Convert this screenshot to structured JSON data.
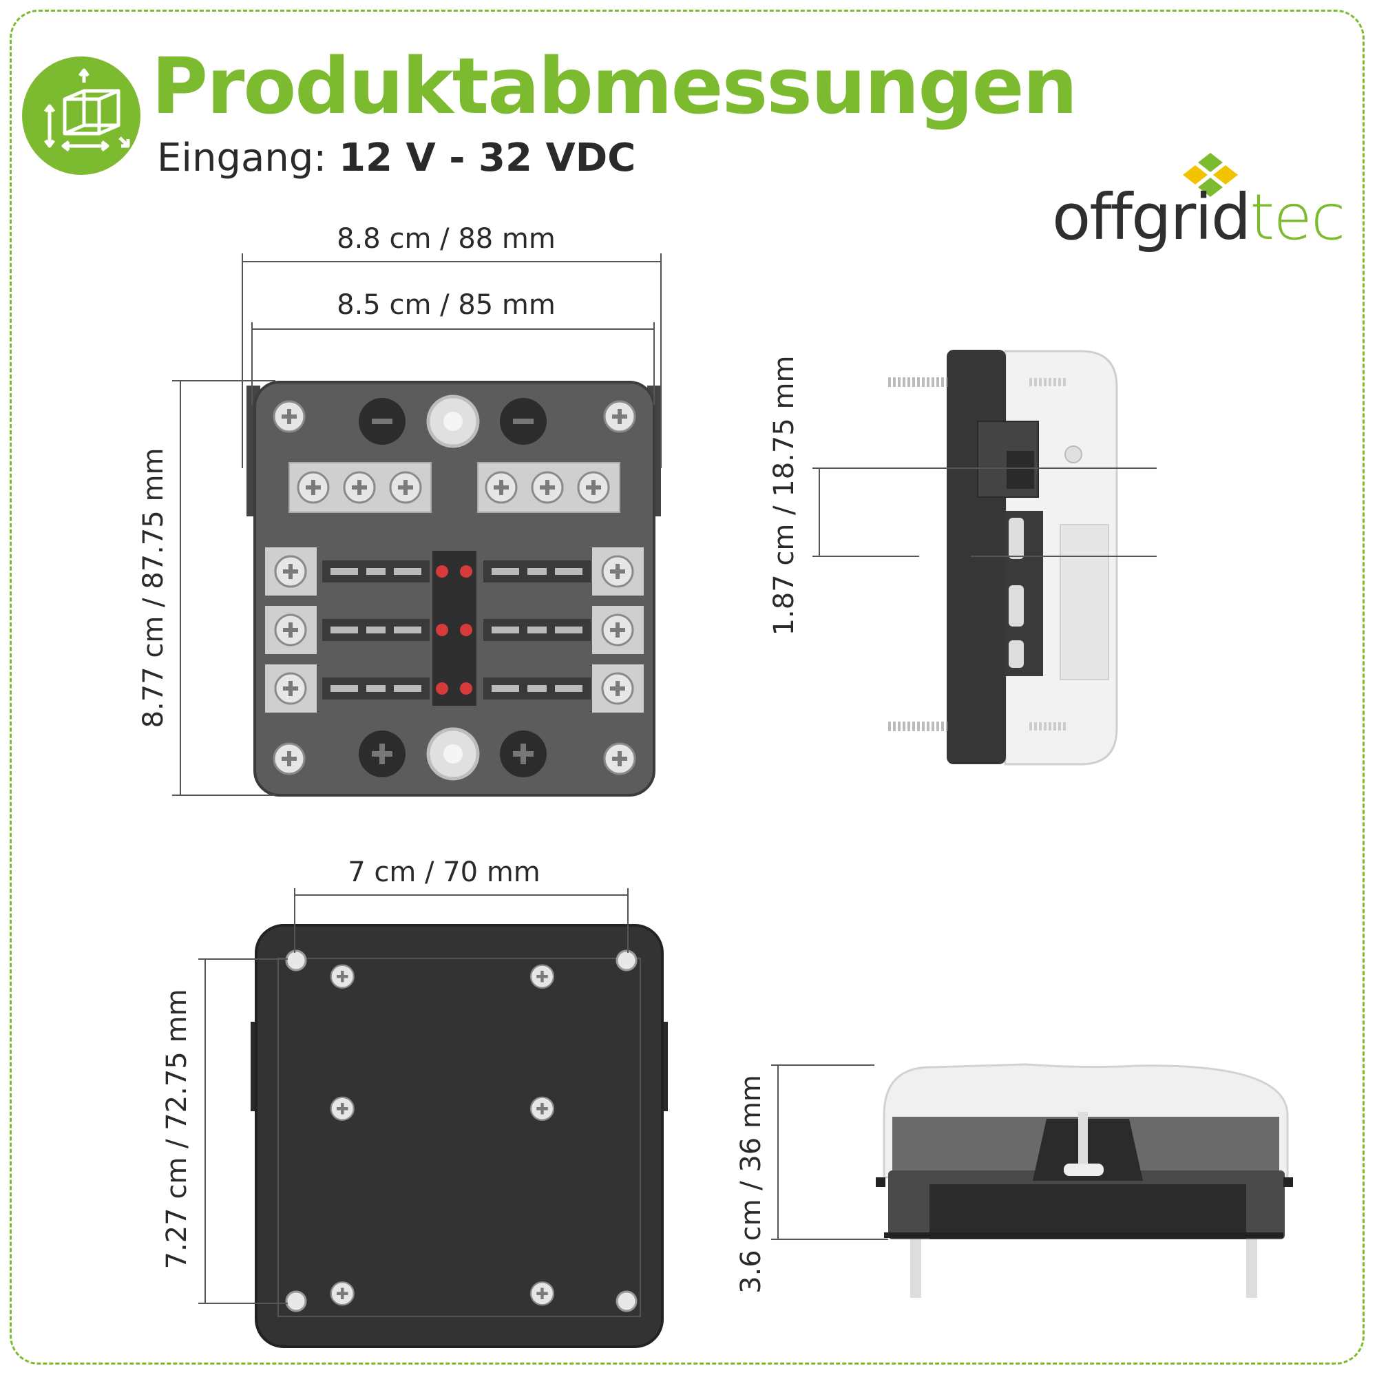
{
  "header": {
    "title": "Produktabmessungen",
    "input_label": "Eingang:",
    "input_value": "12 V - 32 VDC",
    "icon": "3d-box-dimensions-icon"
  },
  "brand": {
    "name_dark": "offgrid",
    "name_green": "tec",
    "logo_mark": "diamond-tiles-icon"
  },
  "colors": {
    "accent": "#7cbb2f",
    "text": "#2a2a2a",
    "housing": "#5a5a5a",
    "base": "#353535",
    "led": "#d63a3a"
  },
  "dimensions": {
    "width_outer": "8.8 cm / 88 mm",
    "width_inner": "8.5 cm / 85 mm",
    "height_front": "8.77 cm / 87.75 mm",
    "side_terminal": "1.87 cm / 18.75 mm",
    "hole_spacing_x": "7 cm / 70 mm",
    "hole_spacing_y": "7.27 cm / 72.75 mm",
    "depth": "3.6 cm / 36 mm"
  },
  "views": [
    "front-view",
    "side-view",
    "back-view",
    "bottom-side-view"
  ]
}
